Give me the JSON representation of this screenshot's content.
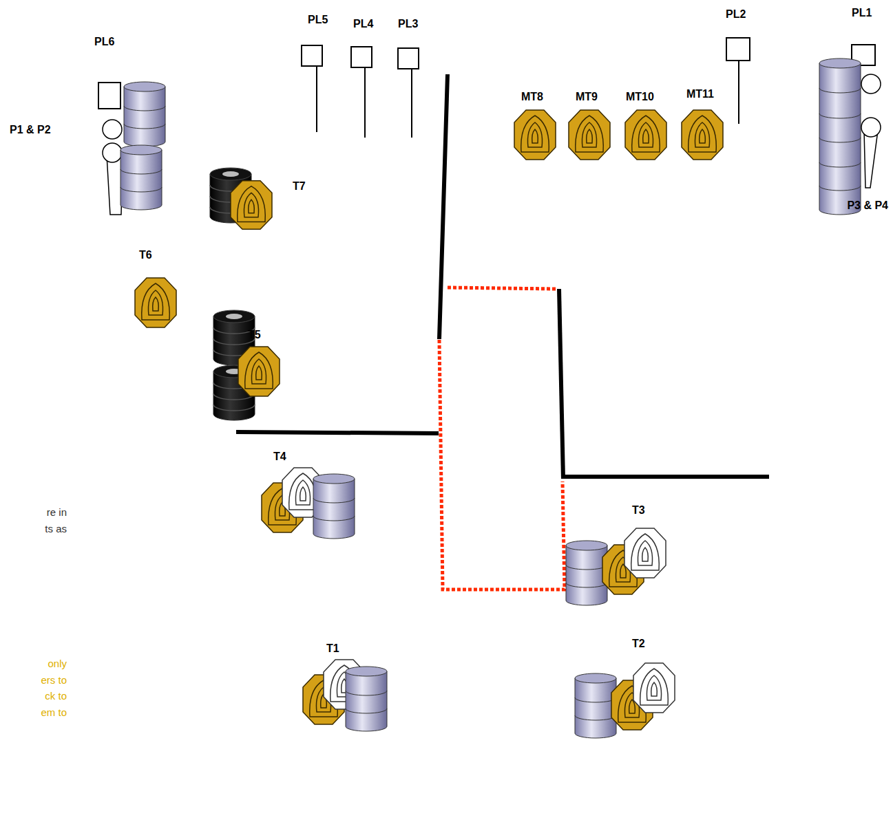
{
  "diagram": {
    "labels": [
      "PL6",
      "PL5",
      "PL4",
      "PL3",
      "PL2",
      "PL1",
      "P1 & P2",
      "MT8",
      "MT9",
      "MT10",
      "MT11",
      "P3 & P4",
      "T7",
      "T6",
      "T5",
      "T4",
      "T3",
      "T2",
      "T1",
      "re in",
      "ts as",
      "only",
      "ers to",
      "ck to",
      "em to"
    ]
  }
}
